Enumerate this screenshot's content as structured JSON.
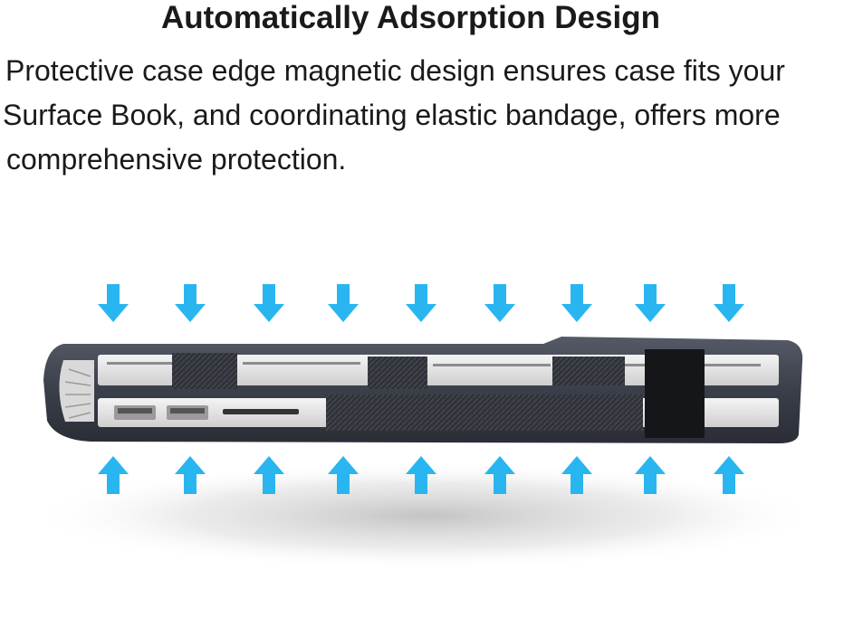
{
  "heading": "Automatically Adsorption Design",
  "description": {
    "line1": "Protective case edge magnetic design ensures case fits your",
    "line2": "Surface Book, and coordinating elastic bandage, offers more",
    "line3": "comprehensive protection."
  },
  "figure": {
    "arrow_color": "#29b6f0",
    "case_color": "#3b3f4a",
    "top_arrow_count": 9,
    "bottom_arrow_count": 9
  }
}
